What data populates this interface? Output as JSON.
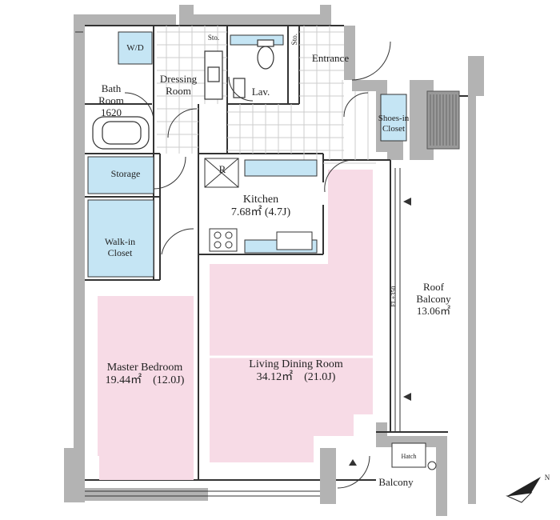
{
  "rooms": {
    "wd": "W/D",
    "storage_small_1": "Sto.",
    "storage_small_2": "Sto.",
    "entrance": "Entrance",
    "bath_room": "Bath",
    "bath_room_2": "Room",
    "bath_size": "1620",
    "dressing_room": "Dressing",
    "dressing_room_2": "Room",
    "lav": "Lav.",
    "shoes_in_closet": "Shoes-in",
    "shoes_in_closet_2": "Closet",
    "storage": "Storage",
    "refrigerator": "R",
    "kitchen": "Kitchen",
    "kitchen_area": "7.68㎡ (4.7J)",
    "walk_in_closet": "Walk-in",
    "walk_in_closet_2": "Closet",
    "roof_balcony": "Roof",
    "roof_balcony_2": "Balcony",
    "roof_balcony_area": "13.06㎡",
    "floor_level": "FL+350",
    "master_bedroom": "Master Bedroom",
    "master_bedroom_area": "19.44㎡　(12.0J)",
    "living_dining_room": "Living Dining Room",
    "living_dining_area": "34.12㎡　(21.0J)",
    "hatch": "Hatch",
    "balcony": "Balcony",
    "north_mark": "N"
  },
  "colors": {
    "wall": "#b3b3b3",
    "room_pink": "#f7dbe6",
    "wet_blue": "#c5e5f4",
    "tile_line": "#cccccc",
    "line": "#333333"
  }
}
